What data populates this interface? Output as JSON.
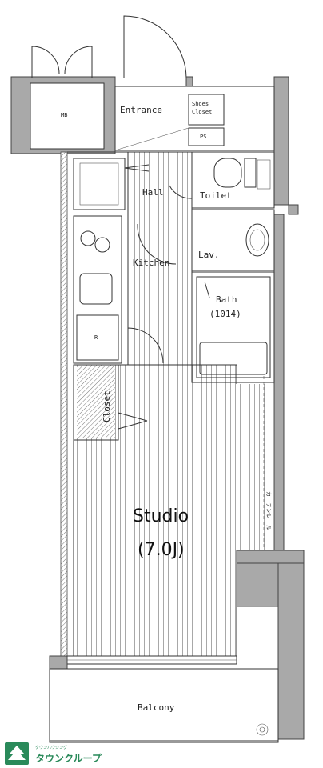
{
  "plan": {
    "rooms": {
      "mb": "MB",
      "entrance": "Entrance",
      "shoes_closet_line1": "Shoes",
      "shoes_closet_line2": "Closet",
      "ps": "PS",
      "hall": "Hall",
      "toilet": "Toilet",
      "kitchen": "Kitchen",
      "lav": "Lav.",
      "bath": "Bath",
      "bath_size": "(1014)",
      "r": "R",
      "closet": "Closet",
      "studio": "Studio",
      "studio_size": "(7.0J)",
      "curtain_rail": "カーテンレール",
      "balcony": "Balcony"
    },
    "logo": {
      "name": "タウンクループ",
      "subtitle": "タウンハウジング"
    }
  }
}
